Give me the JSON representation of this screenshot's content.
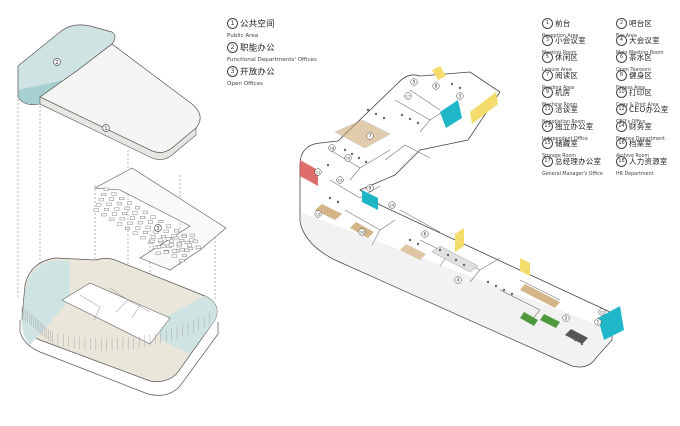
{
  "exploded_legend": [
    {
      "num": "1",
      "cn": "公共空间",
      "en": "Public Area"
    },
    {
      "num": "2",
      "cn": "职能办公",
      "en": "Functional Departments' Offices"
    },
    {
      "num": "3",
      "cn": "开放办公",
      "en": "Open Offices"
    }
  ],
  "plan_legend": [
    {
      "num": "1",
      "cn": "前台",
      "en": "Reception Area"
    },
    {
      "num": "2",
      "cn": "吧台区",
      "en": "Bar Area"
    },
    {
      "num": "3",
      "cn": "小会议室",
      "en": "Meeting Room"
    },
    {
      "num": "4",
      "cn": "大会议室",
      "en": "Main Meeting Room"
    },
    {
      "num": "5",
      "cn": "休闲区",
      "en": "Leisure Area"
    },
    {
      "num": "6",
      "cn": "茶水区",
      "en": "Open Tearoom"
    },
    {
      "num": "7",
      "cn": "阅读区",
      "en": "Reading Area"
    },
    {
      "num": "8",
      "cn": "健身区",
      "en": "Fitness Area"
    },
    {
      "num": "9",
      "cn": "机房",
      "en": "Machine Room"
    },
    {
      "num": "10",
      "cn": "打印区",
      "en": "Copy & Print Area"
    },
    {
      "num": "11",
      "cn": "洽谈室",
      "en": "Negotiation Room"
    },
    {
      "num": "12",
      "cn": "CEO办公室",
      "en": "CEO's Office"
    },
    {
      "num": "13",
      "cn": "独立办公室",
      "en": "Independent Office"
    },
    {
      "num": "14",
      "cn": "财务室",
      "en": "Finance Department"
    },
    {
      "num": "15",
      "cn": "储藏室",
      "en": "Storage Room"
    },
    {
      "num": "16",
      "cn": "档案室",
      "en": "Archive Room"
    },
    {
      "num": "17",
      "cn": "总经理办公室",
      "en": "General Manager's Office"
    },
    {
      "num": "18",
      "cn": "人力资源室",
      "en": "HR Department"
    }
  ],
  "exploded_markers": [
    "1",
    "2",
    "3"
  ],
  "plan_markers": [
    "1",
    "2",
    "3",
    "4",
    "5",
    "6",
    "7",
    "8",
    "9",
    "10",
    "11",
    "12",
    "13",
    "14",
    "15",
    "16",
    "17",
    "18"
  ],
  "colors": {
    "teal": "#cfe3e3",
    "teal_dark": "#a8cfd0",
    "beige": "#ebe6da",
    "accent_cyan": "#1fb7c7",
    "accent_yellow": "#f3dc6a",
    "accent_red": "#d9534f",
    "wood": "#c9a26b",
    "green": "#4e9a3c"
  }
}
